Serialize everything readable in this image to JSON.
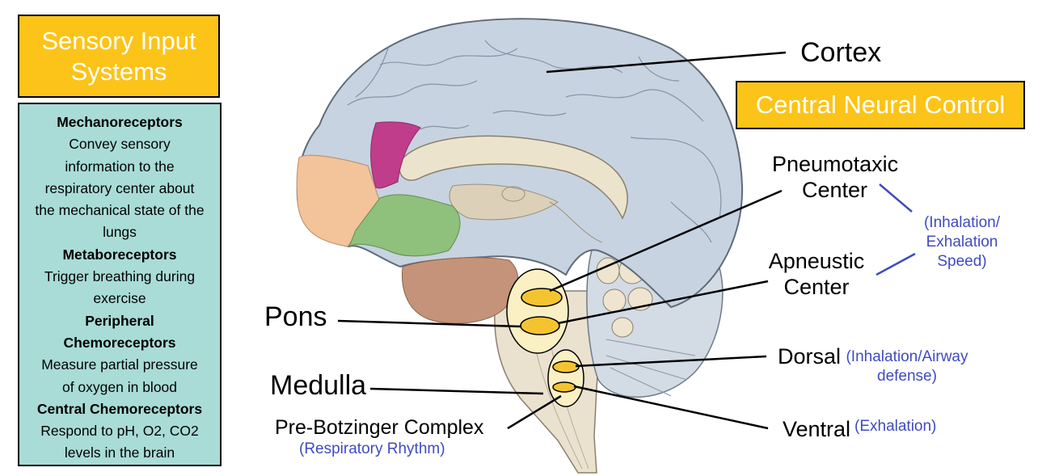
{
  "sensory_title": [
    "Sensory Input",
    "Systems"
  ],
  "receptors": [
    {
      "heading": "Mechanoreceptors",
      "description": [
        "Convey sensory",
        "information to the",
        "respiratory center about",
        "the mechanical state of the",
        "lungs"
      ]
    },
    {
      "heading": "Metaboreceptors",
      "description": [
        "Trigger breathing during",
        "exercise"
      ]
    },
    {
      "heading": "Peripheral Chemoreceptors",
      "heading_lines": [
        "Peripheral",
        "Chemoreceptors"
      ],
      "description": [
        "Measure partial pressure",
        "of oxygen in blood"
      ]
    },
    {
      "heading": "Central Chemoreceptors",
      "description": [
        "Respond to pH, O2, CO2",
        "levels in the brain"
      ]
    }
  ],
  "central_title": "Central Neural Control",
  "labels": {
    "cortex": "Cortex",
    "pneumotaxic": [
      "Pneumotaxic",
      "Center"
    ],
    "inhalation_exhalation_speed": [
      "(Inhalation/",
      "Exhalation",
      "Speed)"
    ],
    "apneustic": [
      "Apneustic",
      "Center"
    ],
    "pons": "Pons",
    "dorsal": "Dorsal",
    "dorsal_note": [
      "(Inhalation/Airway",
      "defense)"
    ],
    "medulla": "Medulla",
    "ventral": "Ventral",
    "ventral_note": "(Exhalation)",
    "pre_botzinger": "Pre-Botzinger Complex",
    "pre_botzinger_note": "(Respiratory Rhythm)"
  },
  "colors": {
    "title_box": "#fcc418",
    "list_box": "#a9dcd7",
    "annotation_blue": "#3f4bbf",
    "brain_surface": "#c7d3e0",
    "frontal_region": "#f3c39a",
    "magenta_region": "#c03d8c",
    "green_region": "#8fc07c",
    "temporal_region": "#c4937a",
    "nucleus": "#f4c430"
  }
}
